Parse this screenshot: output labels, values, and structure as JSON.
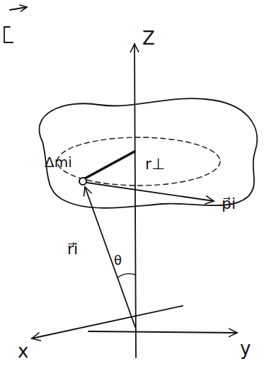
{
  "diagram": {
    "labels": [
      "Z",
      "Δmi",
      "r⊥",
      "p⃗i",
      "r⃗i",
      "θ",
      "y",
      "x"
    ]
  }
}
